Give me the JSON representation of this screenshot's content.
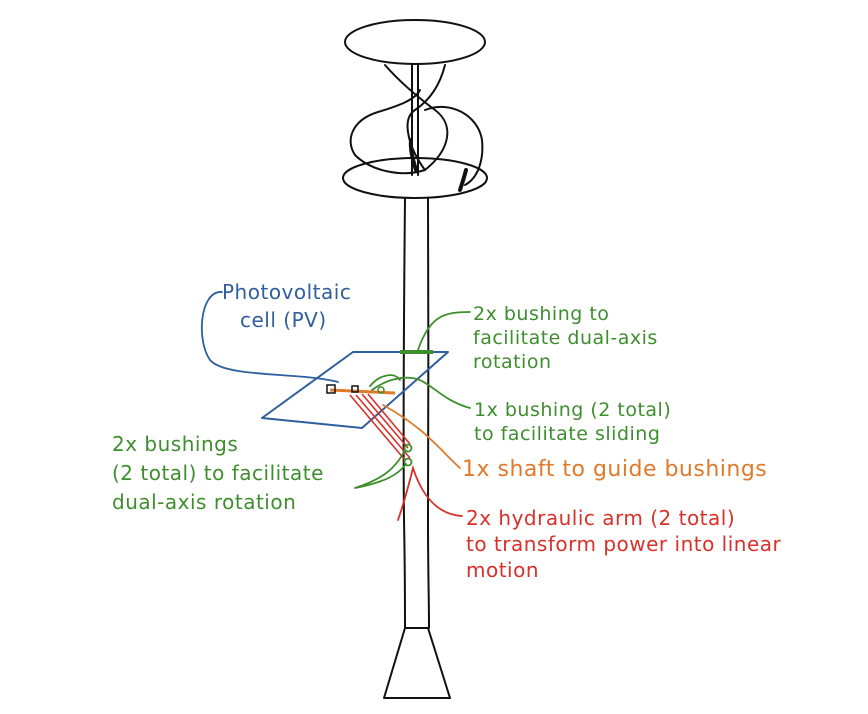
{
  "colors": {
    "ink": "#111111",
    "pv": "#2f5f9e",
    "bushing": "#3e8e2e",
    "shaft": "#e07a2a",
    "hydraulic": "#d9302a"
  },
  "labels": {
    "pv_cell": {
      "lines": [
        "Photovoltaic",
        "cell (PV)"
      ]
    },
    "top_bushing": {
      "lines": [
        "2x bushing to",
        "facilitate dual-axis",
        "rotation"
      ]
    },
    "slide_bushing": {
      "lines": [
        "1x bushing (2 total)",
        "to facilitate sliding"
      ]
    },
    "lower_bushing": {
      "lines": [
        "2x bushings",
        "(2 total) to facilitate",
        "dual-axis rotation"
      ]
    },
    "shaft": {
      "lines": [
        "1x shaft to guide bushings"
      ]
    },
    "hydraulic": {
      "lines": [
        "2x hydraulic arm (2 total)",
        "to transform power into linear",
        "motion"
      ]
    }
  }
}
